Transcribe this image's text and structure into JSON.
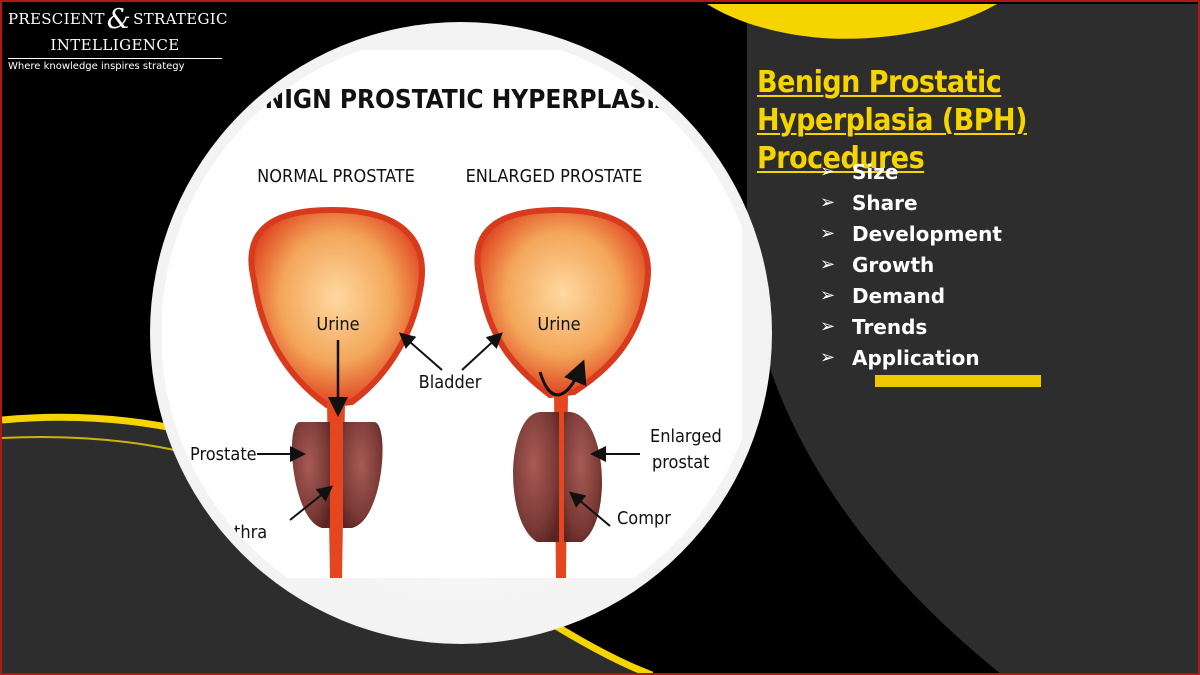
{
  "brand": {
    "line1_left": "PRESCIENT",
    "ampersand": "&",
    "line1_right": "STRATEGIC",
    "line2": "INTELLIGENCE",
    "tagline": "Where knowledge inspires strategy"
  },
  "title": "Benign Prostatic Hyperplasia (BPH) Procedures",
  "bullets": [
    "Size",
    "Share",
    "Development",
    "Growth",
    "Demand",
    "Trends",
    "Application"
  ],
  "bullet_glyph": "➢",
  "illustration": {
    "heading": "BENIGN PROSTATIC HYPERPLASIA",
    "normal_label": "NORMAL PROSTATE",
    "enlarged_label": "ENLARGED PROSTATE",
    "urine_left": "Urine",
    "urine_right": "Urine",
    "bladder": "Bladder",
    "prostate": "Prostate",
    "urethra": "thra",
    "enlarged_1": "Enlarged",
    "enlarged_2": "prostat",
    "compressed": "Compr"
  },
  "colors": {
    "accent_yellow": "#f5d400",
    "panel": "#2e2d2d",
    "frame": "#b01818"
  }
}
